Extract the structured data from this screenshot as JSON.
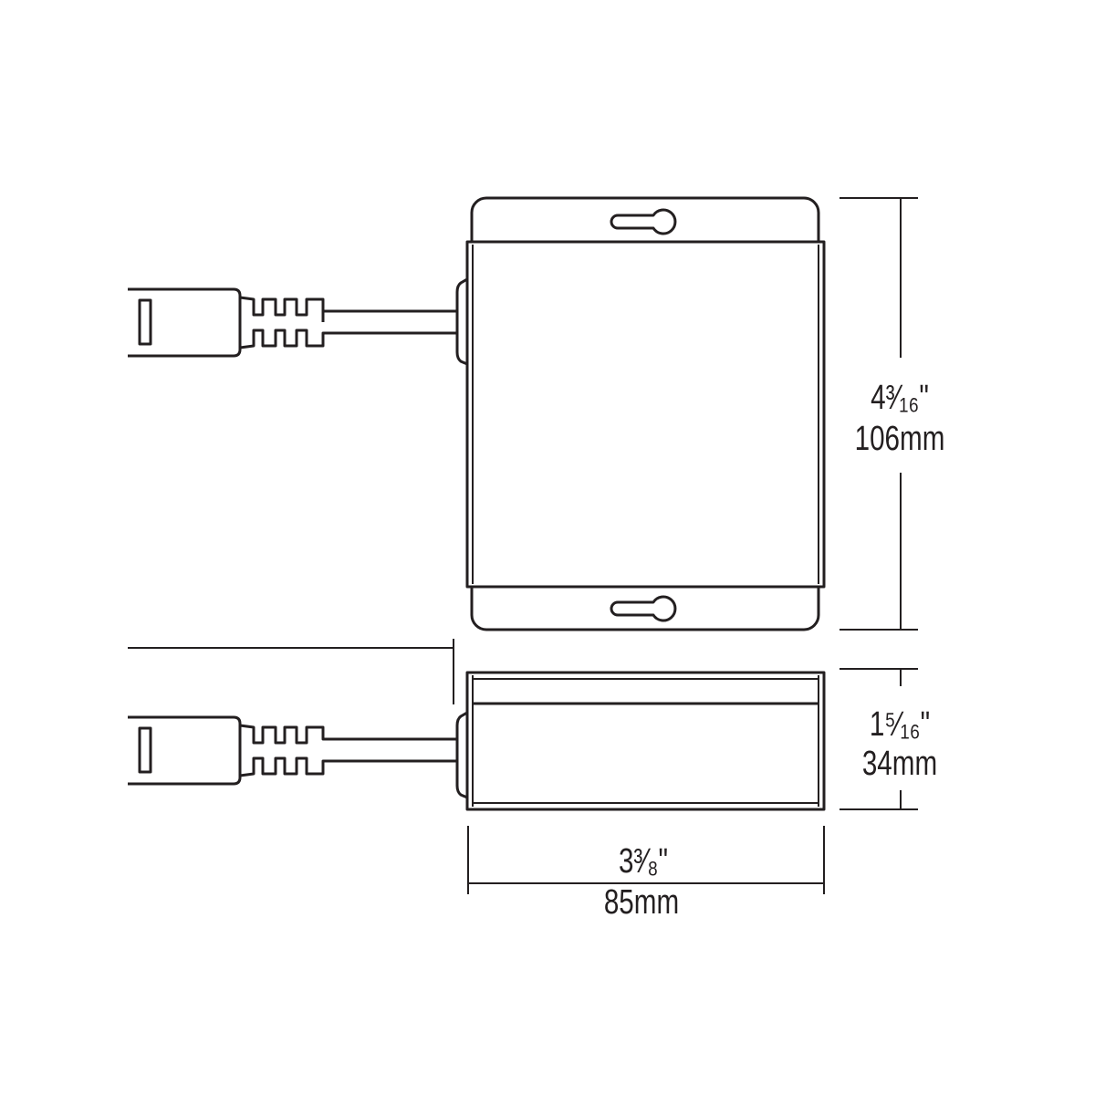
{
  "title": "Driver box dimension drawing",
  "dimensions": {
    "length": {
      "imperial": "4³⁄₁₆\"",
      "metric": "106mm"
    },
    "height": {
      "imperial": "1⁵⁄₁₆\"",
      "metric": "34mm"
    },
    "width": {
      "imperial": "3³⁄₈\"",
      "metric": "85mm"
    }
  },
  "colors": {
    "line": "#231f20",
    "background": "#ffffff"
  }
}
